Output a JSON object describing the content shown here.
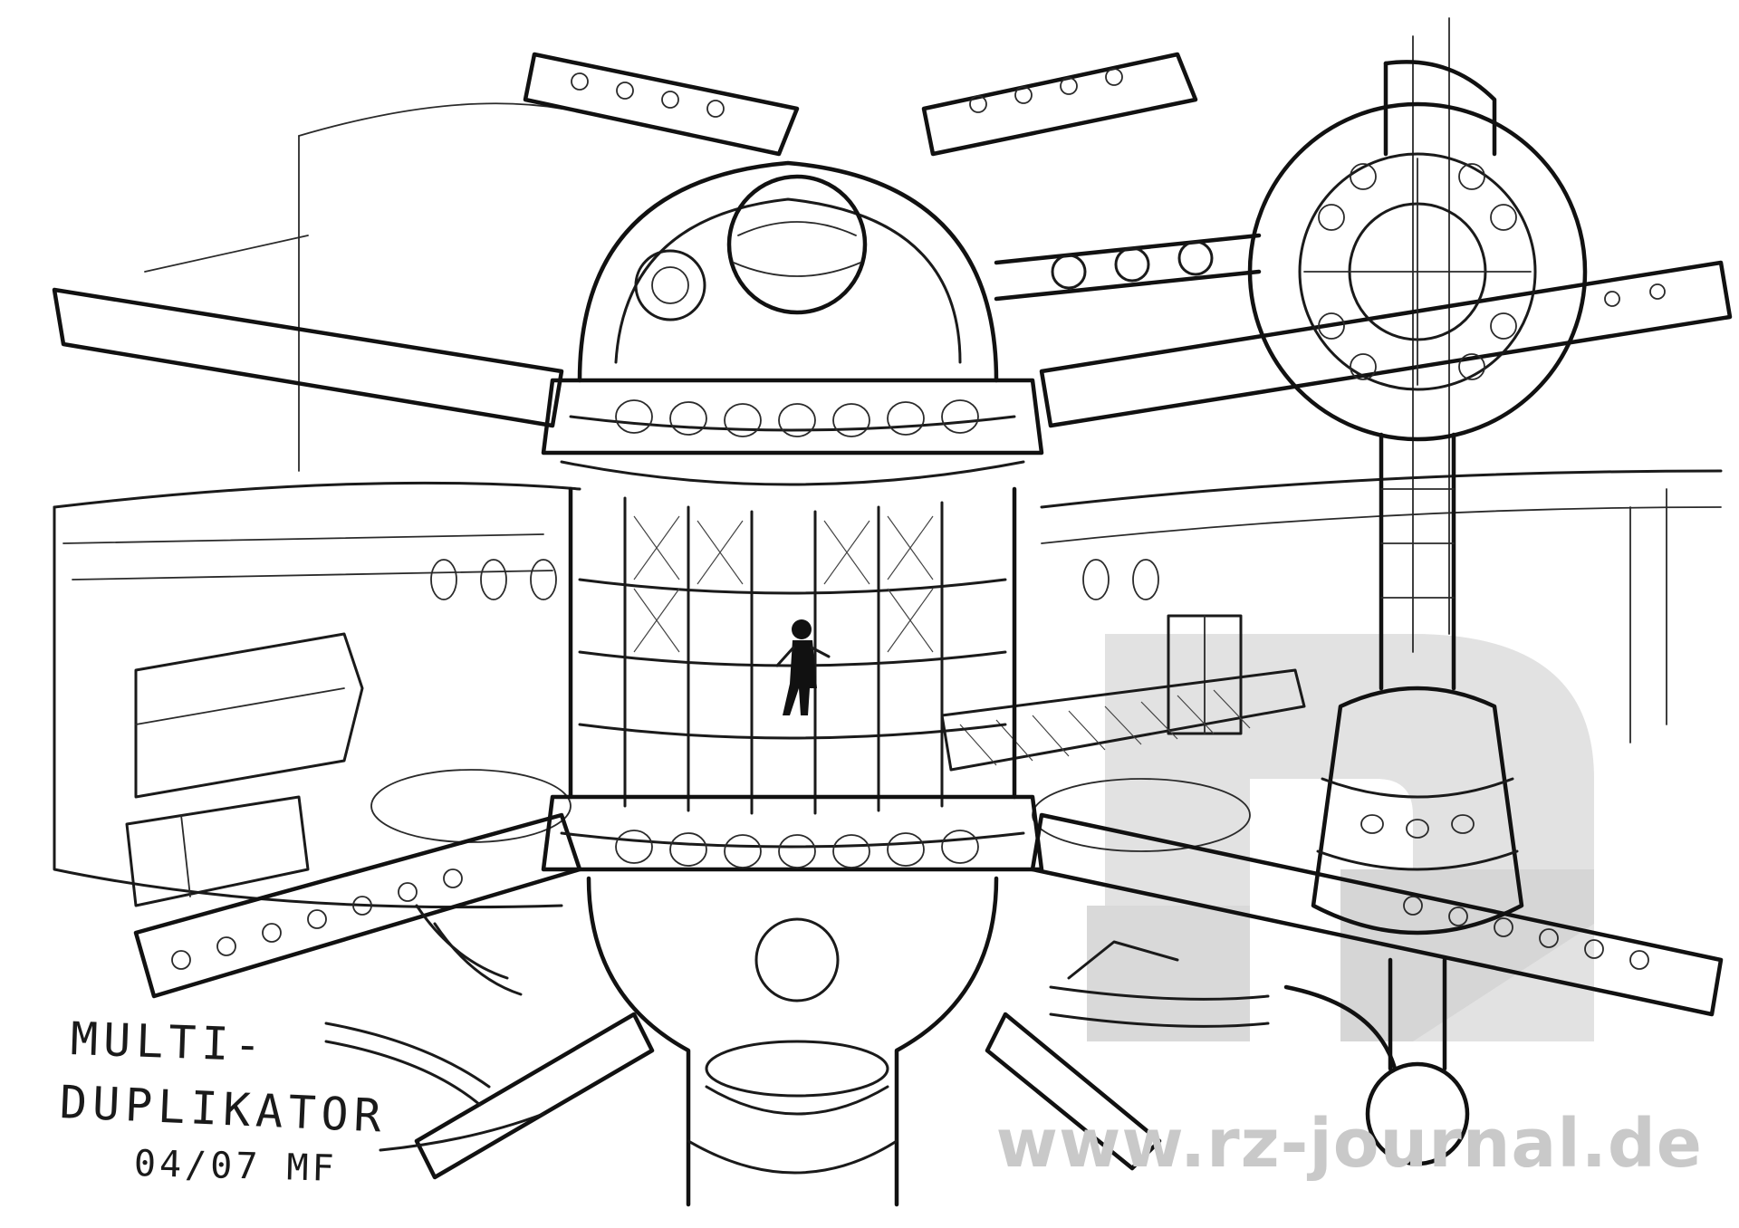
{
  "drawing": {
    "title_line1": "MULTI-",
    "title_line2": "DUPLIKATOR",
    "date_signature": "04/07 MF",
    "ink_color": "#1a1a1a",
    "paper_color": "#ffffff"
  },
  "watermark": {
    "text": "www.rz-journal.de",
    "logo": "rz-logo-icon",
    "color": "#c9c9c9"
  }
}
